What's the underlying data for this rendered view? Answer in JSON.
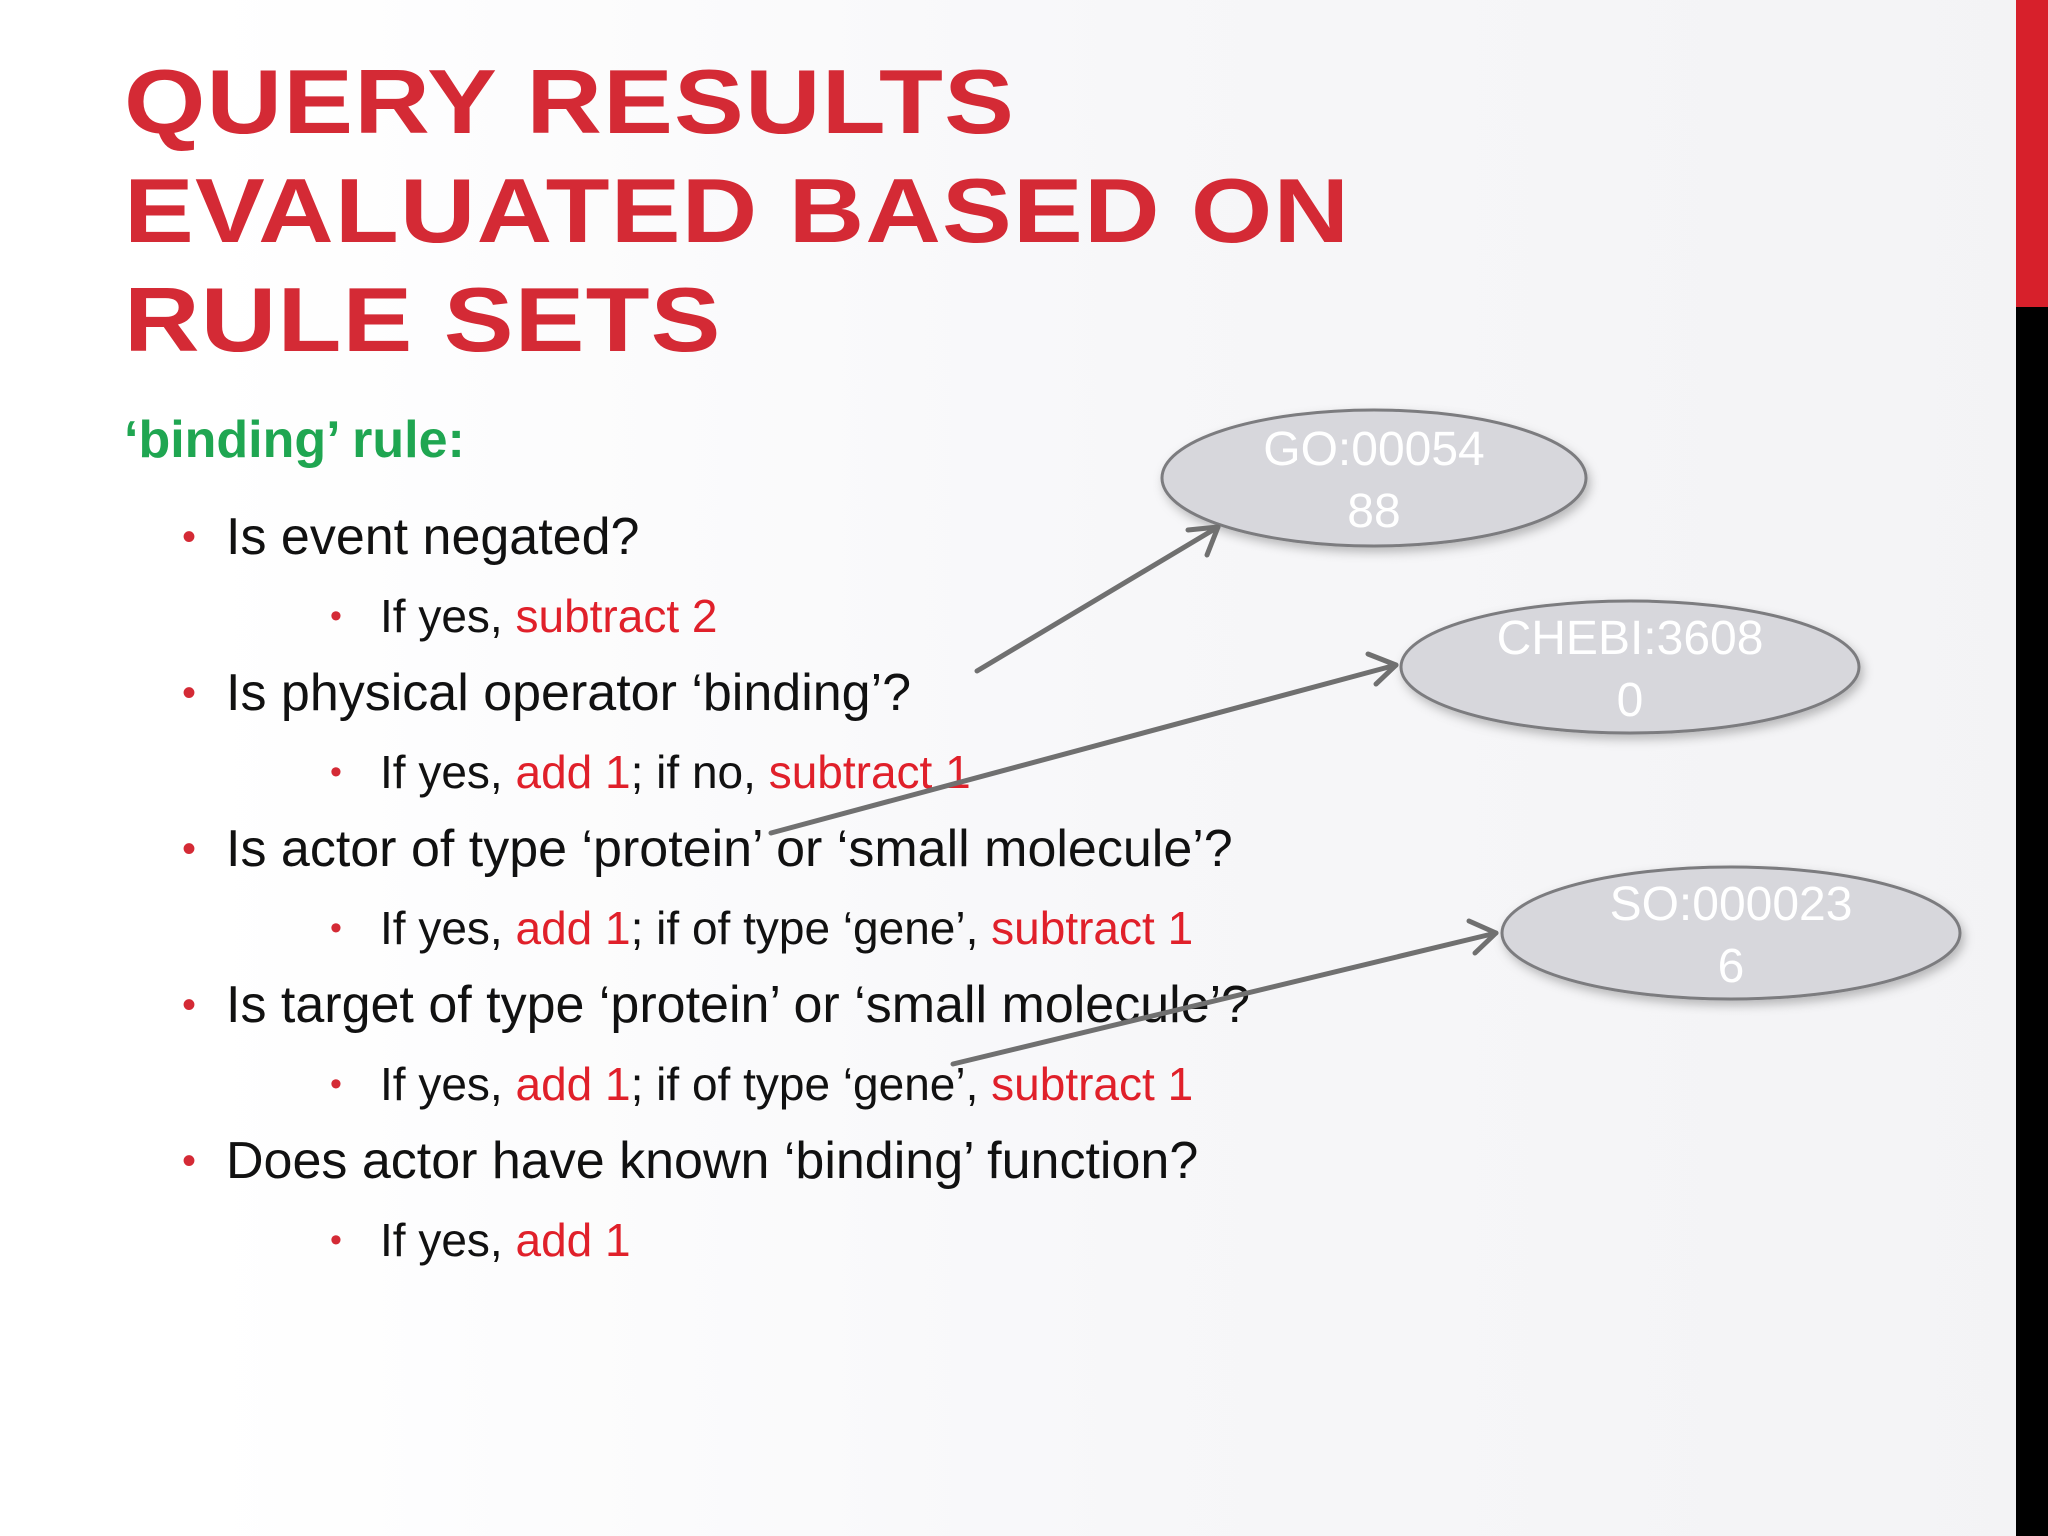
{
  "slide": {
    "title": "QUERY RESULTS EVALUATED BASED ON RULE SETS",
    "subtitle": "‘binding’ rule:",
    "colors": {
      "title": "#d42a35",
      "subtitle": "#1fa651",
      "highlight": "#e0202a",
      "accent_bar_top": "#d7202b",
      "accent_bar_bottom": "#000000",
      "oval_fill": "#d7d7dc",
      "arrow": "#707070"
    }
  },
  "rules": [
    {
      "question": "Is event negated?",
      "answer": {
        "lead": "If yes, ",
        "hl1": "subtract 2"
      }
    },
    {
      "question": "Is physical operator ‘binding’?",
      "answer": {
        "lead": "If yes, ",
        "hl1": "add 1",
        "mid": "; if no, ",
        "hl2": "subtract 1"
      }
    },
    {
      "question": "Is actor of type ‘protein’ or ‘small molecule’?",
      "answer": {
        "lead": "If yes, ",
        "hl1": "add 1",
        "mid": "; if of type ‘gene’, ",
        "hl2": "subtract 1"
      }
    },
    {
      "question": "Is target of type ‘protein’ or ‘small molecule’?",
      "answer": {
        "lead": "If yes, ",
        "hl1": "add 1",
        "mid": "; if of type ‘gene’, ",
        "hl2": "subtract 1"
      }
    },
    {
      "question": "Does actor have known ‘binding’ function?",
      "answer": {
        "lead": "If yes, ",
        "hl1": "add 1"
      }
    }
  ],
  "ontology_terms": [
    {
      "line1": "GO:00054",
      "line2": "88"
    },
    {
      "line1": "CHEBI:3608",
      "line2": "0"
    },
    {
      "line1": "SO:000023",
      "line2": "6"
    }
  ]
}
